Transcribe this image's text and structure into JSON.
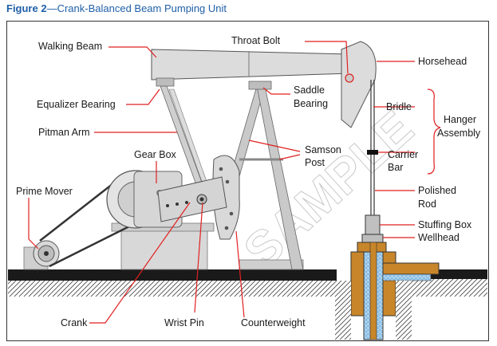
{
  "figure": {
    "number": "Figure 2",
    "dash": "—",
    "title": "Crank-Balanced Beam Pumping Unit"
  },
  "labels": {
    "walking_beam": "Walking Beam",
    "throat_bolt": "Throat Bolt",
    "horsehead": "Horsehead",
    "equalizer_bearing": "Equalizer Bearing",
    "saddle_bearing_1": "Saddle",
    "saddle_bearing_2": "Bearing",
    "bridle": "Bridle",
    "hanger_assembly_1": "Hanger",
    "hanger_assembly_2": "Assembly",
    "pitman_arm": "Pitman Arm",
    "samson_post_1": "Samson",
    "samson_post_2": "Post",
    "gear_box": "Gear Box",
    "carrier_bar_1": "Carrier",
    "carrier_bar_2": "Bar",
    "prime_mover": "Prime Mover",
    "polished_rod_1": "Polished",
    "polished_rod_2": "Rod",
    "stuffing_box": "Stuffing Box",
    "wellhead": "Wellhead",
    "crank": "Crank",
    "wrist_pin": "Wrist Pin",
    "counterweight": "Counterweight"
  },
  "watermark": "SAMPLE",
  "colors": {
    "title": "#1f5fa8",
    "leader": "#e02020",
    "metal": "#d4d4d4",
    "ground": "#1a1a1a",
    "casing_orange": "#c8862a",
    "fluid_blue": "#7fb6e0"
  }
}
